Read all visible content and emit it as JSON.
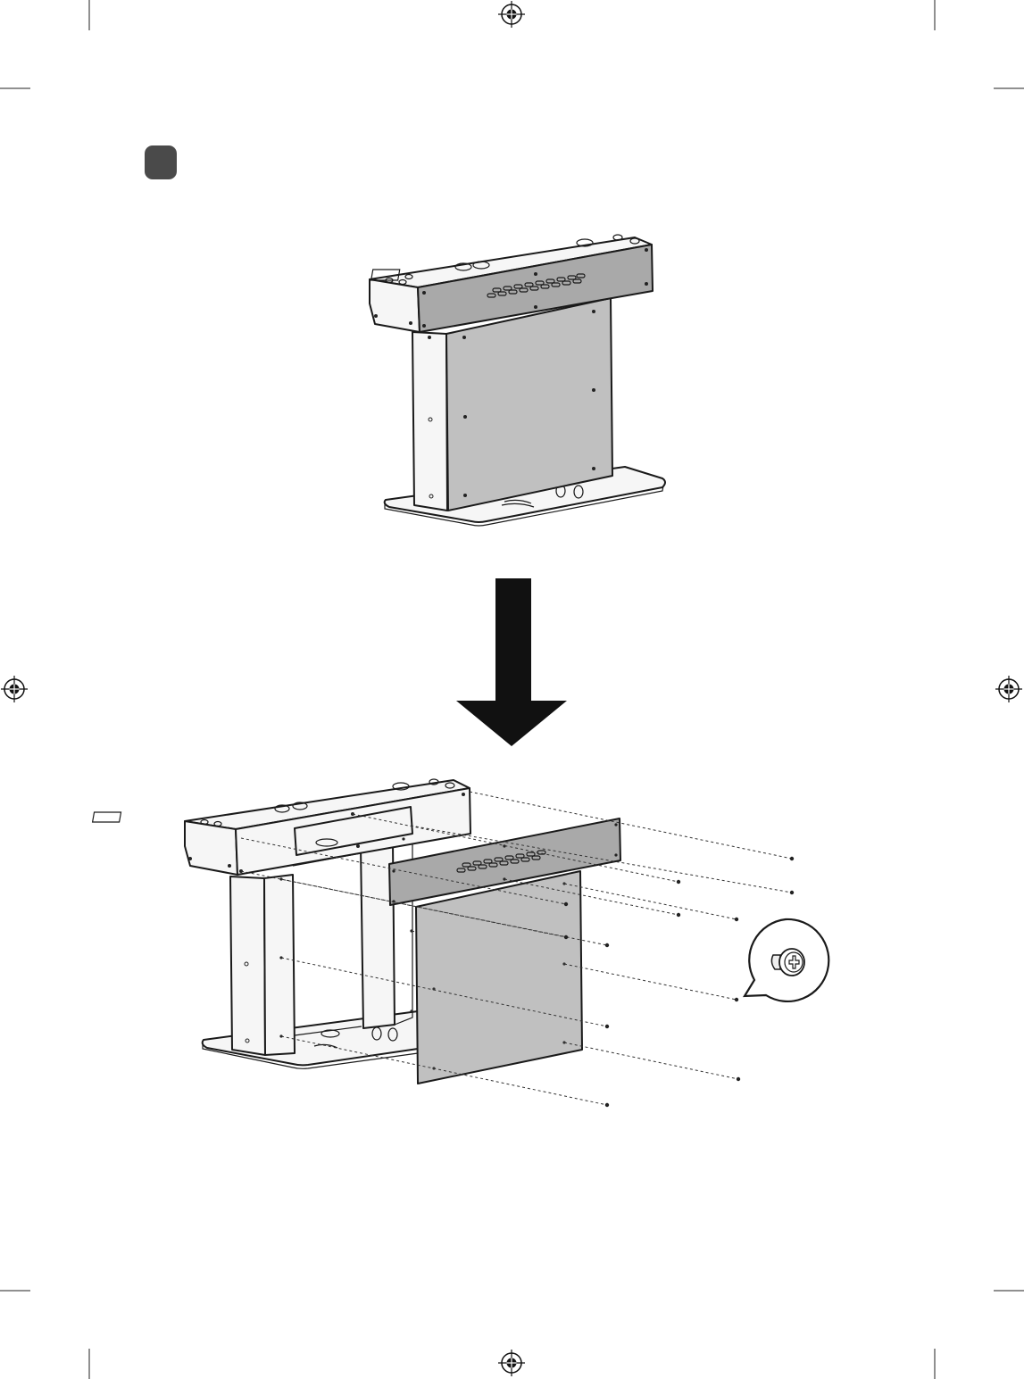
{
  "page": {
    "background": "#ffffff",
    "line_color": "#1a1a1a",
    "panel_fill": "#c0c0c0",
    "step_badge_color": "#4a4a4a"
  },
  "step_badge": {
    "label": ""
  },
  "icons": {
    "registration_marks": "crosshair-circle-icon",
    "arrow": "down-arrow-icon",
    "screw_callout": "phillips-screw-icon"
  },
  "figures": {
    "before": "stand-assembled-with-back-panels",
    "after": "stand-exploded-back-panels-removed"
  },
  "screws_shown": 11
}
